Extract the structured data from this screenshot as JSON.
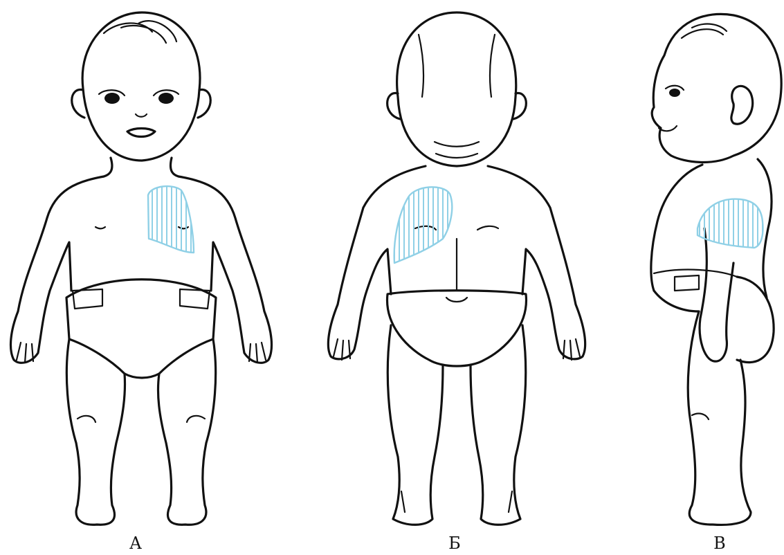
{
  "figure": {
    "views": [
      {
        "id": "front",
        "label": "А"
      },
      {
        "id": "back",
        "label": "Б"
      },
      {
        "id": "side",
        "label": "В"
      }
    ],
    "highlight_color": "#8fd0e6",
    "outline_color": "#111111"
  }
}
